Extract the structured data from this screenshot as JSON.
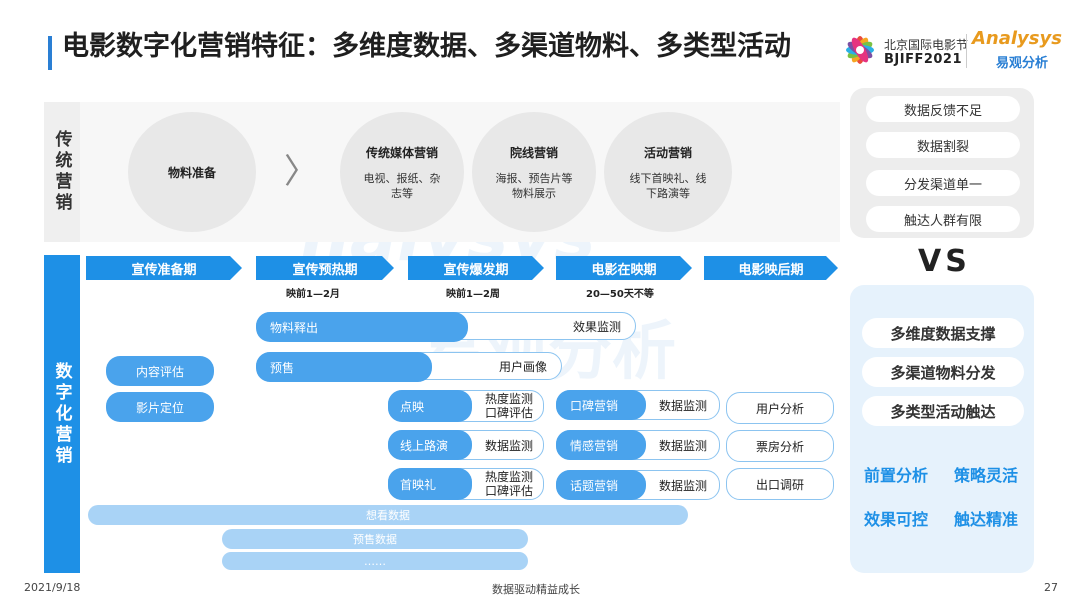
{
  "title": "电影数字化营销特征：多维度数据、多渠道物料、多类型活动",
  "logos": {
    "bjiff_cn": "北京国际电影节",
    "bjiff_en": "BJIFF2021",
    "analysys_en": "Analysys",
    "analysys_cn": "易观分析"
  },
  "watermark": {
    "line1": "nalysys",
    "line2": "易观分析"
  },
  "traditional": {
    "label": "传统营销",
    "prep": {
      "title": "物料准备"
    },
    "arrow": "〉",
    "items": [
      {
        "title": "传统媒体营销",
        "sub": "电视、报纸、杂志等"
      },
      {
        "title": "院线营销",
        "sub": "海报、预告片等物料展示"
      },
      {
        "title": "活动营销",
        "sub": "线下首映礼、线下路演等"
      }
    ]
  },
  "digital": {
    "label": "数字化营销",
    "stages": [
      {
        "label": "宣传准备期",
        "sub": ""
      },
      {
        "label": "宣传预热期",
        "sub": "映前1—2月"
      },
      {
        "label": "宣传爆发期",
        "sub": "映前1—2周"
      },
      {
        "label": "电影在映期",
        "sub": "20—50天不等"
      },
      {
        "label": "电影映后期",
        "sub": ""
      }
    ],
    "row_material": {
      "solid": "物料释出",
      "outline": "效果监测"
    },
    "row_presale": {
      "solid": "预售",
      "outline": "用户画像"
    },
    "prep_items": [
      "内容评估",
      "影片定位"
    ],
    "burst": [
      {
        "solid": "点映",
        "outline1": "热度监测",
        "outline2": "口碑评估"
      },
      {
        "solid": "线上路演",
        "outline1": "数据监测",
        "outline2": ""
      },
      {
        "solid": "首映礼",
        "outline1": "热度监测",
        "outline2": "口碑评估"
      }
    ],
    "screening": [
      {
        "solid": "口碑营销",
        "outline": "数据监测"
      },
      {
        "solid": "情感营销",
        "outline": "数据监测"
      },
      {
        "solid": "话题营销",
        "outline": "数据监测"
      }
    ],
    "post": [
      "用户分析",
      "票房分析",
      "出口调研"
    ],
    "bars": [
      "想看数据",
      "预售数据",
      "……"
    ]
  },
  "right_panel": {
    "problems": [
      "数据反馈不足",
      "数据割裂",
      "分发渠道单一",
      "触达人群有限"
    ],
    "vs": "VS",
    "advantages": [
      "多维度数据支撑",
      "多渠道物料分发",
      "多类型活动触达"
    ],
    "features": [
      "前置分析",
      "策略灵活",
      "效果可控",
      "触达精准"
    ]
  },
  "footer": {
    "date": "2021/9/18",
    "center": "数据驱动精益成长",
    "page": "27"
  }
}
